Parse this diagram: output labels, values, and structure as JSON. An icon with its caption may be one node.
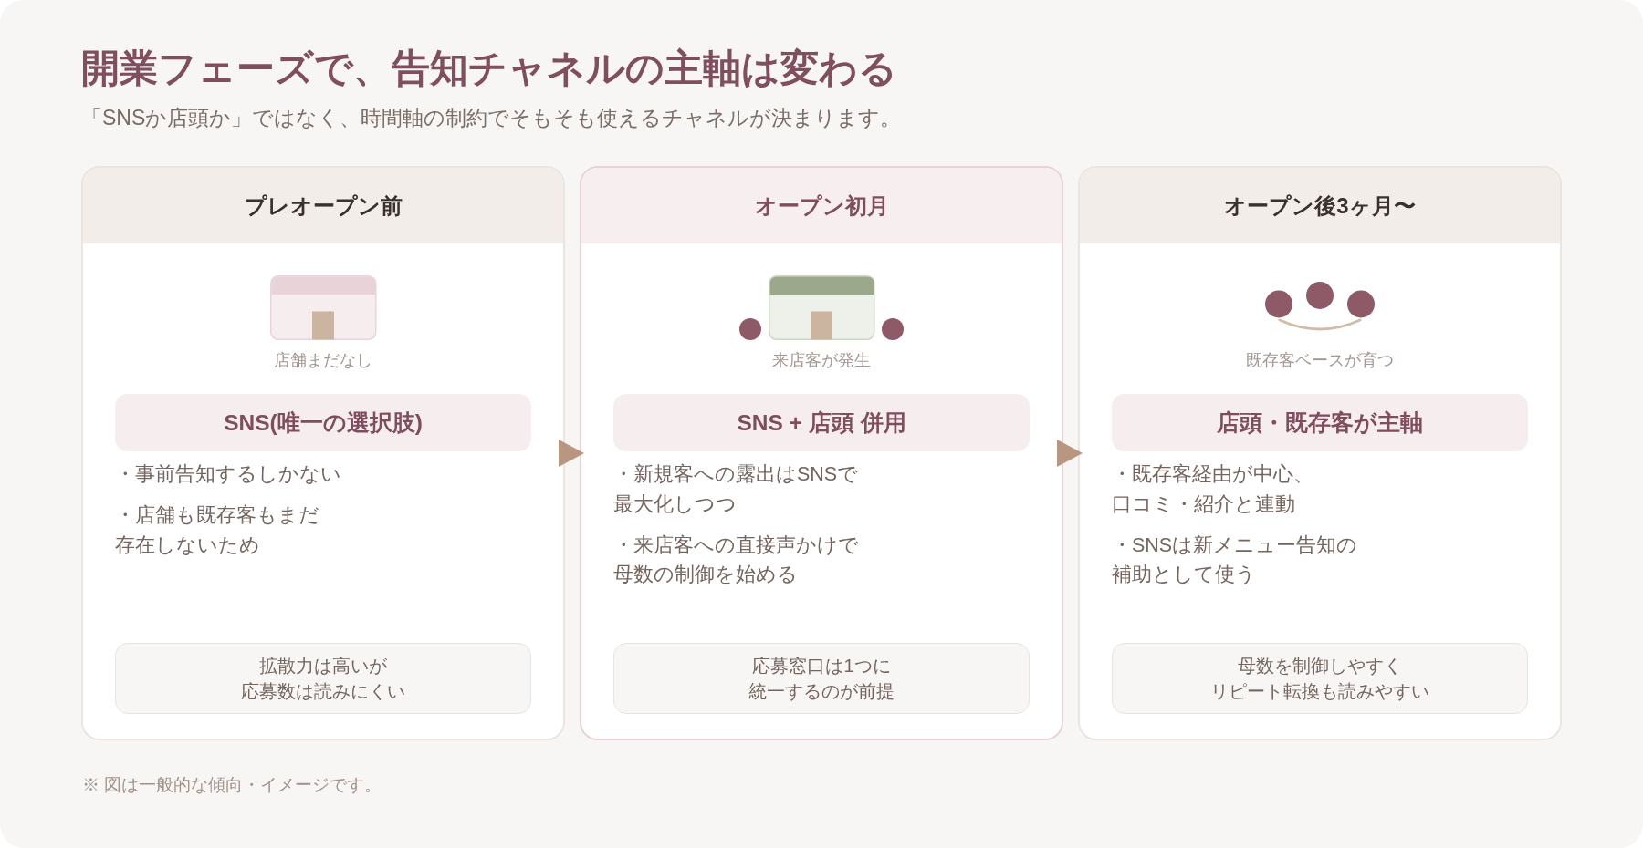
{
  "diagram": {
    "title": "開業フェーズで、告知チャネルの主軸は変わる",
    "nodes": [
      {
        "text": [
          "プレオープン前",
          "店舗まだなし",
          "・事前告知するしかない",
          "・店舗も既存客もまだ存在しないため"
        ]
      },
      {
        "text": [
          "SNS(唯一の選択肢)"
        ],
        "in": 0
      },
      {
        "text": [
          "拡散力は高いが応募数は読みにくい"
        ],
        "in": 0
      },
      {
        "text": [
          "オープン初月",
          "来店客が発生",
          "・新規客への露出はSNSで最大化しつつ",
          "・来店客への直接声かけで母数の制御を始める"
        ]
      },
      {
        "text": [
          "SNS + 店頭 併用"
        ],
        "in": 3
      },
      {
        "text": [
          "応募窓口は1つに統一するのが前提"
        ],
        "in": 3
      },
      {
        "text": [
          "オープン後3ヶ月〜",
          "既存客ベースが育つ",
          "・既存客経由が中心、口コミ・紹介と連動",
          "・SNSは新メニュー告知の補助として使う"
        ]
      },
      {
        "text": [
          "店頭・既存客が主軸"
        ],
        "in": 6
      },
      {
        "text": [
          "母数を制御しやすくリピート転換も読みやすい"
        ],
        "in": 6
      }
    ],
    "edges": [
      {
        "from": 0,
        "to": 3,
        "arrow": "to"
      },
      {
        "from": 3,
        "to": 6,
        "arrow": "to"
      }
    ],
    "labels": [
      "「SNSか店頭か」ではなく、時間軸の制約でそもそも使えるチャネルが決まります。",
      "※ 図は一般的な傾向・イメージです。"
    ]
  }
}
